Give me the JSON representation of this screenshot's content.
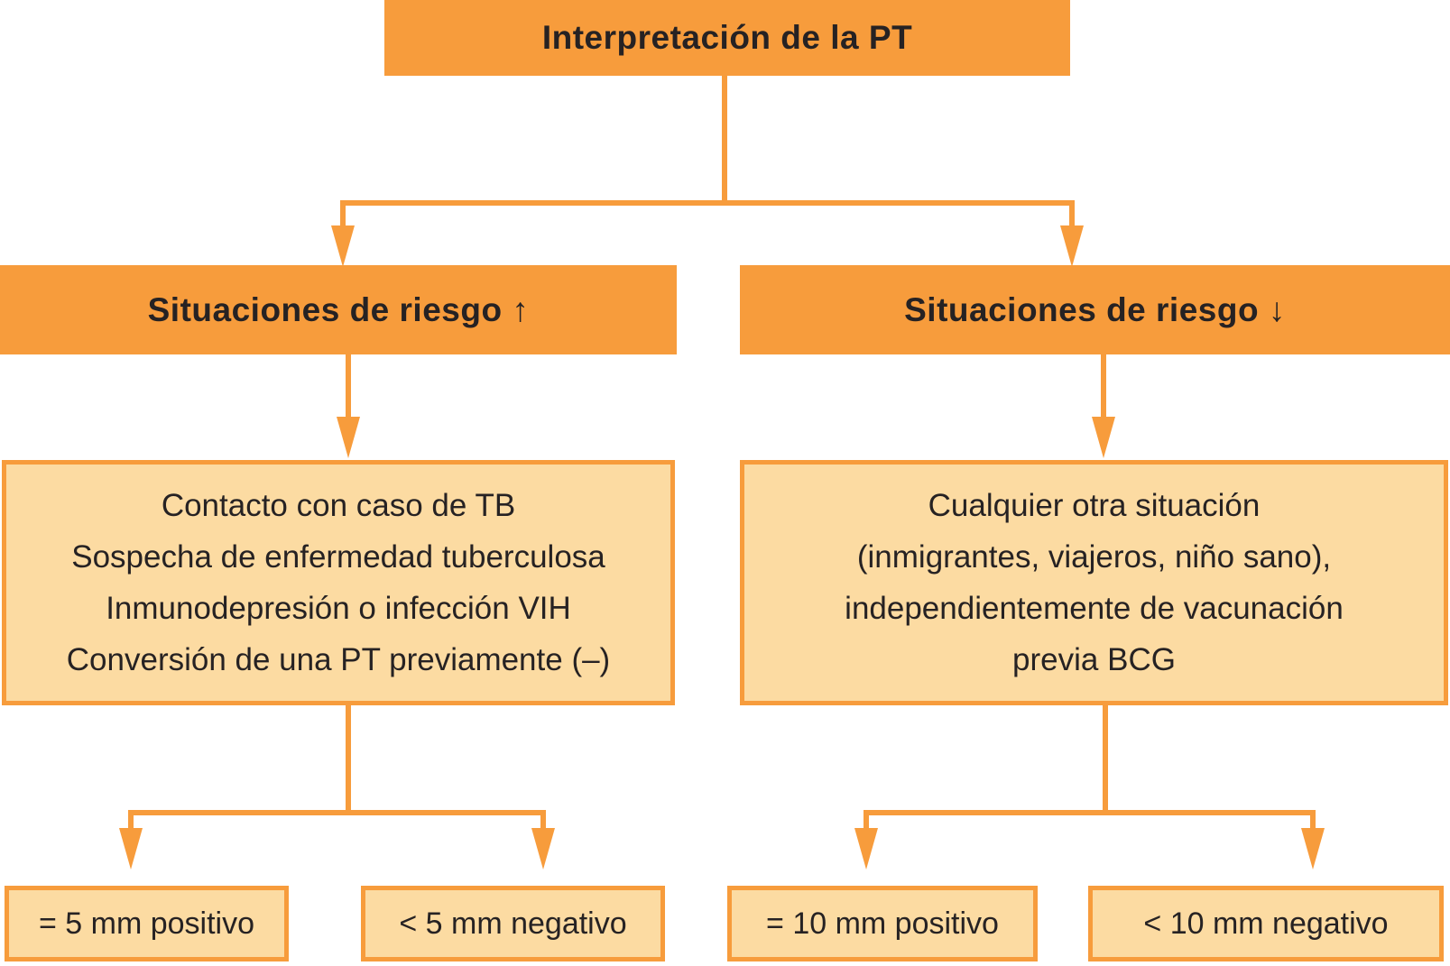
{
  "diagram": {
    "title": "Interpretación de la PT",
    "branches": [
      {
        "header": "Situaciones de riesgo ↑",
        "criteria_lines": [
          "Contacto con caso de TB",
          "Sospecha de enfermedad tuberculosa",
          "Inmunodepresión o infección VIH",
          "Conversión de una PT previamente (–)"
        ],
        "outcomes": [
          "= 5 mm positivo",
          "< 5 mm negativo"
        ]
      },
      {
        "header": "Situaciones de riesgo ↓",
        "criteria_lines": [
          "Cualquier otra situación",
          "(inmigrantes, viajeros, niño sano),",
          "independientemente de vacunación",
          "previa BCG"
        ],
        "outcomes": [
          "= 10 mm positivo",
          "< 10 mm negativo"
        ]
      }
    ],
    "colors": {
      "orange": "#F79C3C",
      "light_fill": "#FCDBA2",
      "text": "#262223"
    }
  }
}
